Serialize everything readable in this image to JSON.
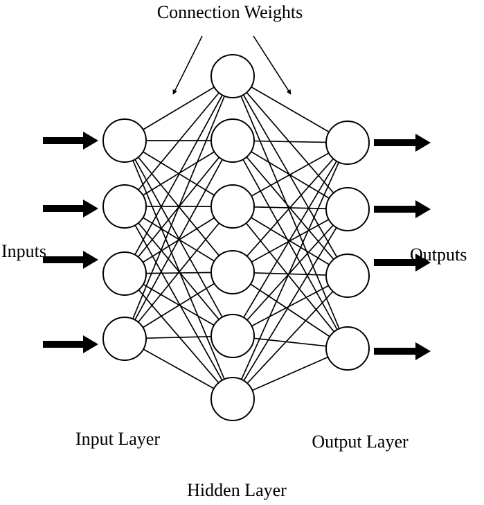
{
  "labels": {
    "connection_weights": "Connection Weights",
    "inputs": "Inputs",
    "outputs": "Outputs",
    "input_layer": "Input Layer",
    "hidden_layer": "Hidden Layer",
    "output_layer": "Output Layer"
  },
  "network": {
    "input_nodes": 4,
    "hidden_nodes": 6,
    "output_nodes": 4
  },
  "colors": {
    "ink": "#000000",
    "background": "#ffffff"
  }
}
